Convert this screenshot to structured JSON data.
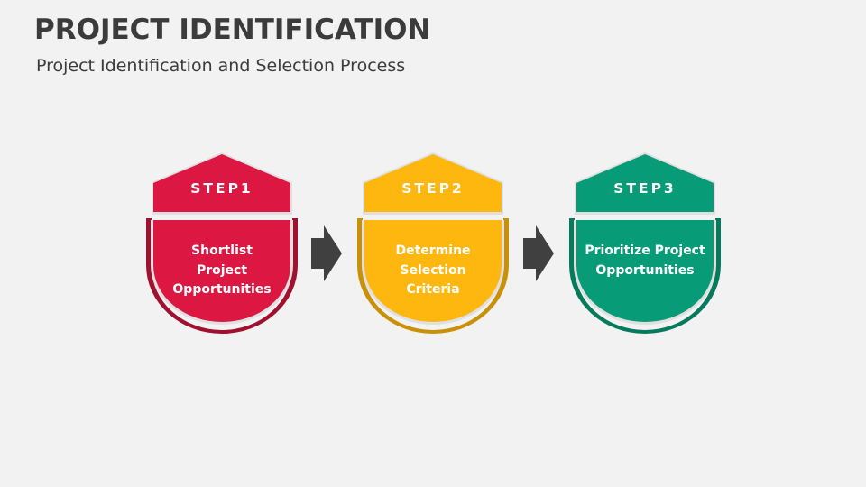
{
  "title": "PROJECT IDENTIFICATION",
  "subtitle": "Project Identification and Selection Process",
  "steps": [
    {
      "label": "STEP1",
      "text": "Shortlist\nProject\nOpportunities",
      "color": "#dc1741",
      "dark": "#a0102f"
    },
    {
      "label": "STEP2",
      "text": "Determine\nSelection\nCriteria",
      "color": "#fdb70e",
      "dark": "#c99107"
    },
    {
      "label": "STEP3",
      "text": "Prioritize Project\nOpportunities",
      "color": "#079b77",
      "dark": "#067a5d"
    }
  ],
  "colors": {
    "background": "#f2f2f2",
    "text": "#3b3b3b",
    "arrow": "#404040"
  }
}
